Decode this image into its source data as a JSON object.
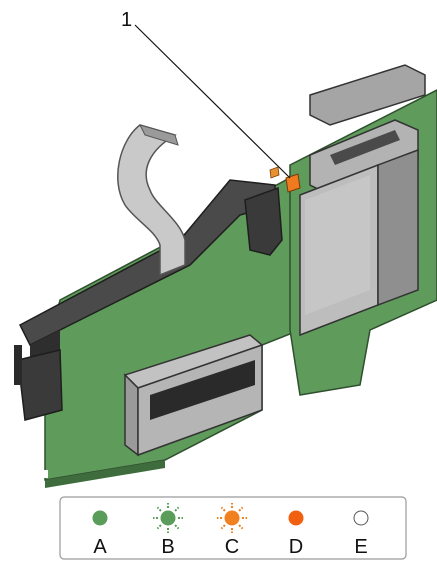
{
  "callout": {
    "number": "1"
  },
  "legend": {
    "items": [
      {
        "letter": "A",
        "state": "solid",
        "color": "#5a9c5a"
      },
      {
        "letter": "B",
        "state": "blinking",
        "color": "#5a9c5a"
      },
      {
        "letter": "C",
        "state": "blinking",
        "color": "#f08020"
      },
      {
        "letter": "D",
        "state": "solid",
        "color": "#f06010"
      },
      {
        "letter": "E",
        "state": "off",
        "color": "#ffffff"
      }
    ]
  },
  "colors": {
    "board": "#5f9b5b",
    "board_dark": "#4a7e48",
    "plastic": "#3a3a3a",
    "metal": "#b9b9b9",
    "metal_dark": "#8e8e8e",
    "led": "#f07a20"
  }
}
